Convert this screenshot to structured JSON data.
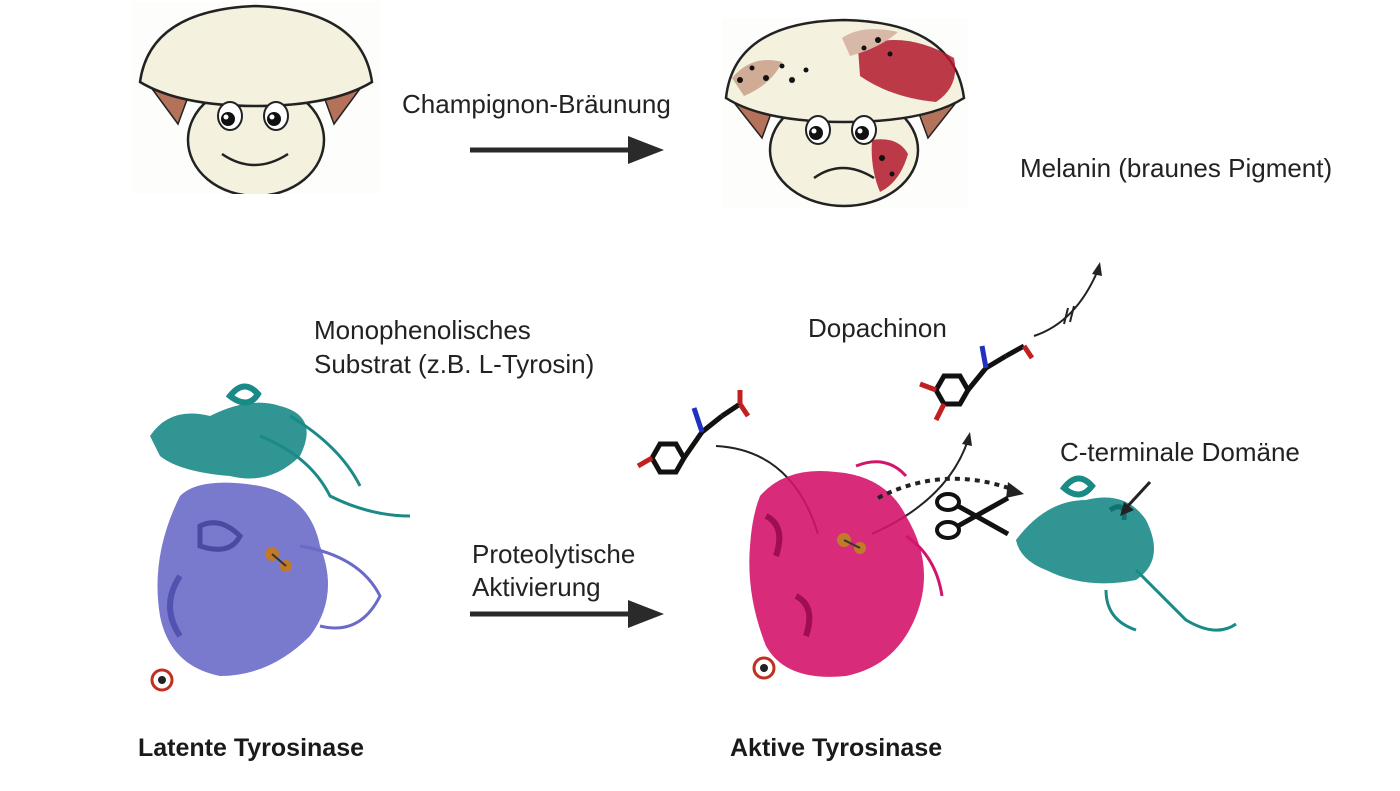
{
  "labels": {
    "browning": "Champignon-Bräunung",
    "melanin": "Melanin (braunes Pigment)",
    "substrate_line1": "Monophenolisches",
    "substrate_line2": "Substrat (z.B. L-Tyrosin)",
    "dopachinon": "Dopachinon",
    "c_terminal": "C-terminale Domäne",
    "activation_line1": "Proteolytische",
    "activation_line2": "Aktivierung",
    "latent": "Latente Tyrosinase",
    "active": "Aktive Tyrosinase"
  },
  "colors": {
    "cap": "#f4f1df",
    "gill": "#b5725a",
    "teal": "#1a8a87",
    "latent_body": "#6a6ac9",
    "active_body": "#d4146b",
    "copper": "#c07a2a",
    "browning_spots": "#b11a2e",
    "arrow": "#2a2a2a"
  },
  "icons": {
    "happy_mushroom": "happy-mushroom-icon",
    "sad_mushroom": "sad-mushroom-icon",
    "scissors": "scissors-icon"
  }
}
